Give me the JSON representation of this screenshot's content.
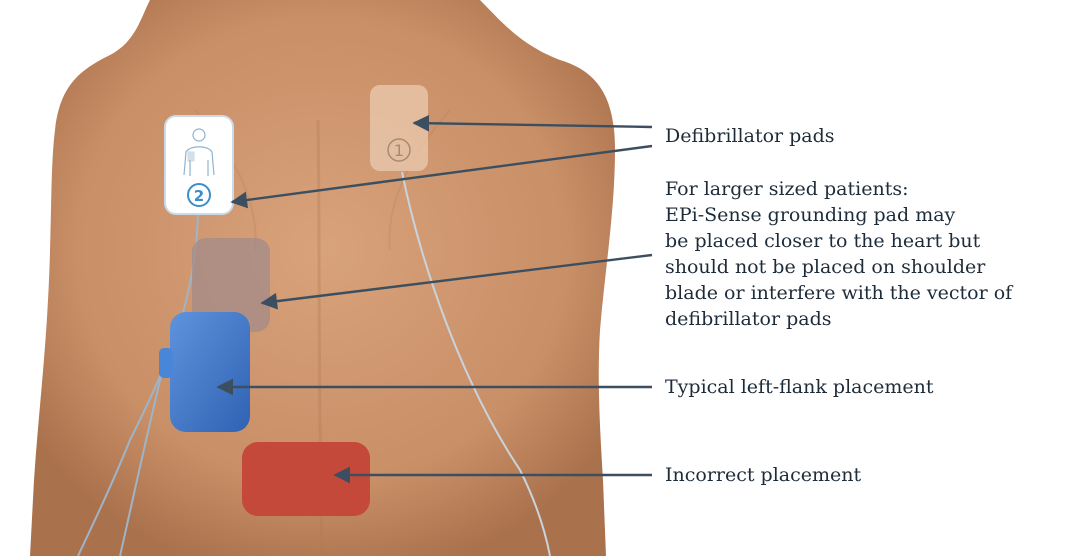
{
  "labels": {
    "defibrillator_pads": "Defibrillator pads",
    "larger_patients": "For larger sized patients:\nEPi-Sense grounding pad may\nbe placed closer to the heart but\nshould not be placed on shoulder\nblade or interfere with the vector of\ndefibrillator pads",
    "typical_placement": "Typical left-flank placement",
    "incorrect_placement": "Incorrect placement"
  },
  "pad_numbers": {
    "pad_1": "1",
    "pad_2": "2"
  },
  "colors": {
    "skin": "#cc9670",
    "skin_shadow": "#b07a55",
    "arrow": "#3c4f60",
    "blue_pad": "#3f78c9",
    "red_pad": "#c4493a",
    "faded_pad": "#a08a8a",
    "pad_label_blue": "#3b8ec9"
  }
}
